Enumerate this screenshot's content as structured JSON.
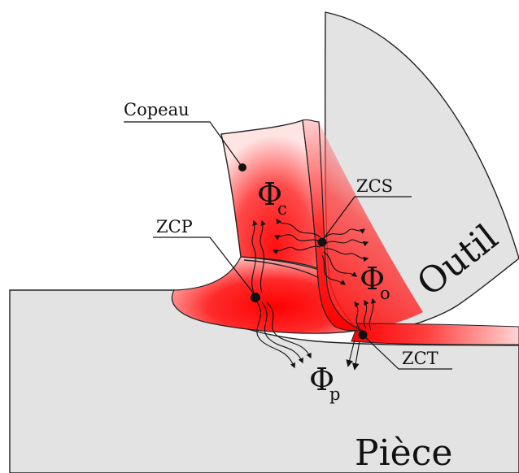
{
  "labels": {
    "copeau": "Copeau",
    "zcp": "ZCP",
    "zcs": "ZCS",
    "zct": "ZCT",
    "outil": "Outil",
    "piece": "Pièce"
  },
  "flux": {
    "chip": {
      "symbol": "Φ",
      "subscript": "c"
    },
    "tool": {
      "symbol": "Φ",
      "subscript": "o"
    },
    "part": {
      "symbol": "Φ",
      "subscript": "p"
    }
  },
  "colors": {
    "hot": "#ff0000",
    "background_material": "#e3e3e3",
    "outline": "#222222",
    "background": "#ffffff"
  }
}
